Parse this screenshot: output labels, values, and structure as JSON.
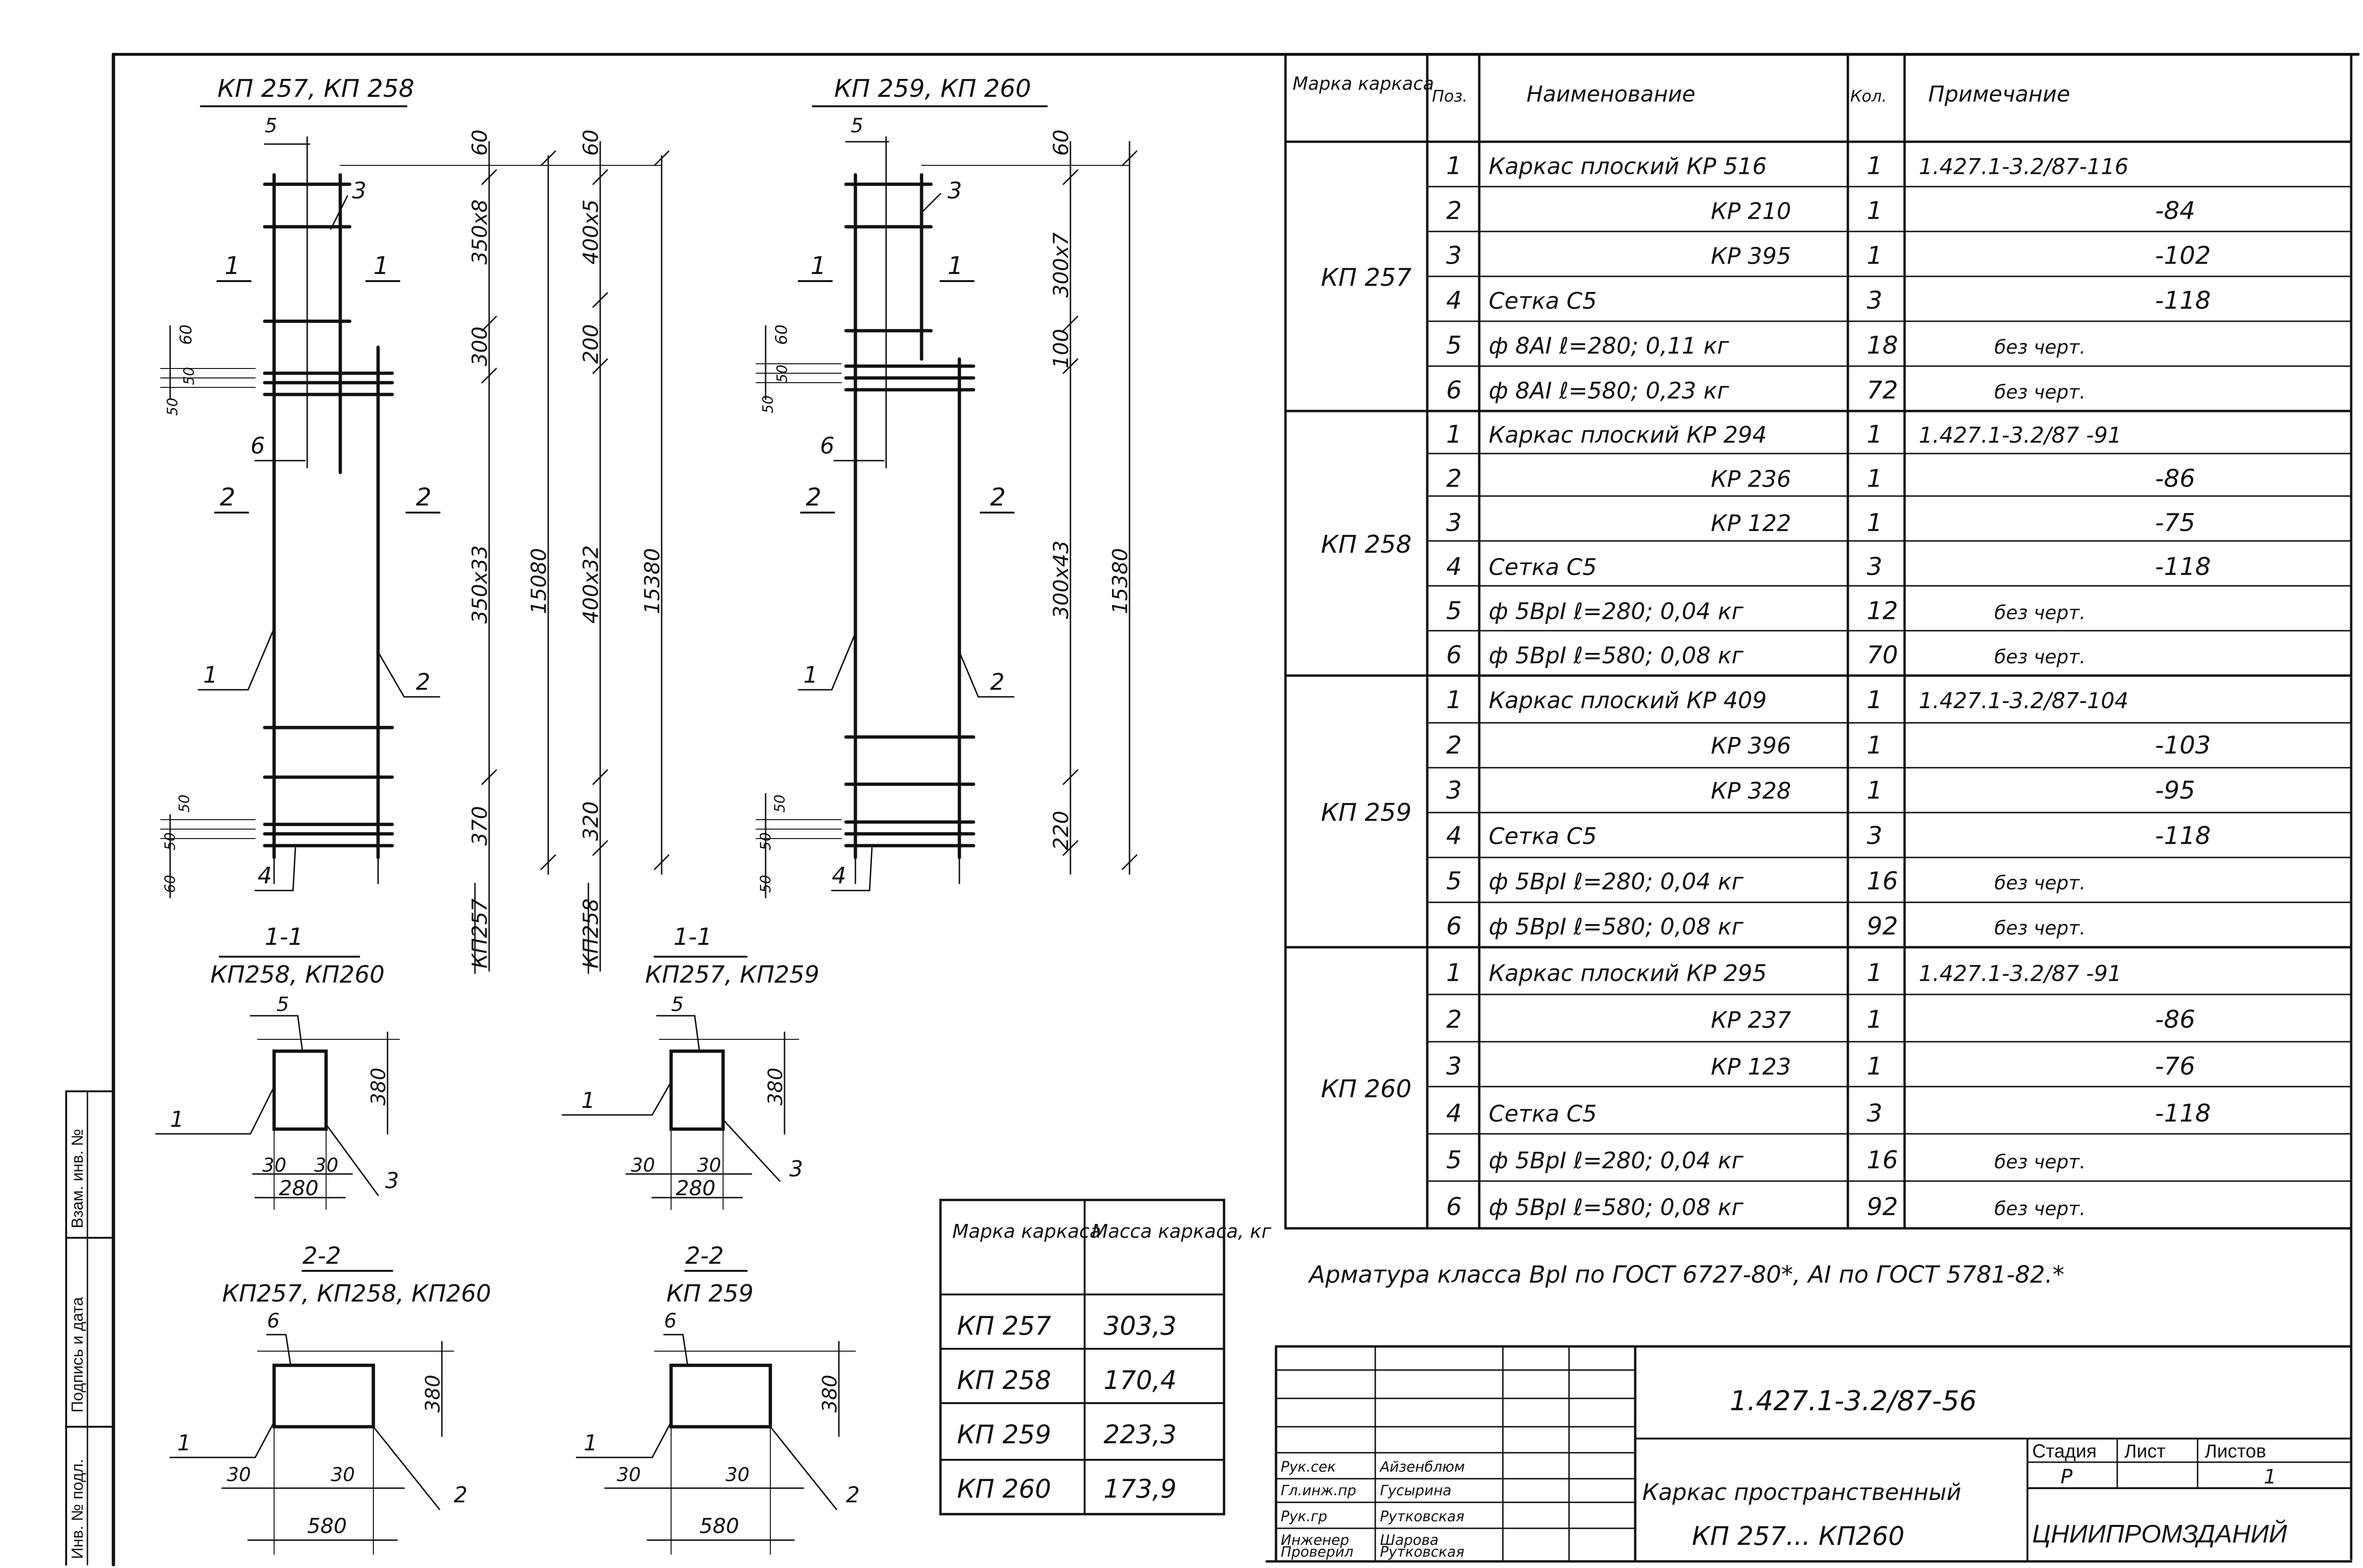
{
  "drawing_left": {
    "title": "КП 257, КП 258",
    "marks": {
      "pos5": "5",
      "pos3": "3",
      "pos6": "6",
      "pos4": "4",
      "pos1": "1",
      "pos2": "2"
    },
    "section_1": "1",
    "section_2": "2",
    "dims_left": [
      "60",
      "60",
      "50",
      "50",
      "50",
      "50"
    ],
    "dims_col1": [
      "60",
      "350x8",
      "300",
      "350x33",
      "370",
      "КП257"
    ],
    "dims_col2": [
      "60",
      "400x5",
      "200",
      "400x32",
      "320",
      "КП258"
    ],
    "dims_total": [
      "15080",
      "15380"
    ]
  },
  "drawing_right": {
    "title": "КП 259, КП 260",
    "marks": {
      "pos5": "5",
      "pos3": "3",
      "pos6": "6",
      "pos4": "4",
      "pos1": "1",
      "pos2": "2"
    },
    "section_1": "1",
    "section_2": "2",
    "dims_left": [
      "60",
      "50",
      "50",
      "50",
      "50",
      "50"
    ],
    "dims_col1": [
      "60",
      "300x7",
      "100",
      "300x43",
      "220"
    ],
    "dims_total": "15380"
  },
  "sections": {
    "s11_a": {
      "title": "1-1",
      "subtitle": "КП258, КП260",
      "h": "380",
      "w": "280",
      "d1": "30",
      "d2": "30",
      "m5": "5",
      "m1": "1",
      "m3": "3"
    },
    "s11_b": {
      "title": "1-1",
      "subtitle": "КП257, КП259",
      "h": "380",
      "w": "280",
      "d1": "30",
      "d2": "30",
      "m5": "5",
      "m1": "1",
      "m3": "3"
    },
    "s22_a": {
      "title": "2-2",
      "subtitle": "КП257, КП258, КП260",
      "h": "380",
      "w": "580",
      "d1": "30",
      "d2": "30",
      "m6": "6",
      "m1": "1",
      "m2": "2"
    },
    "s22_b": {
      "title": "2-2",
      "subtitle": "КП 259",
      "h": "380",
      "w": "580",
      "d1": "30",
      "d2": "30",
      "m6": "6",
      "m1": "1",
      "m2": "2"
    }
  },
  "mass_table": {
    "headers": [
      "Марка каркаса",
      "Масса каркаса, кг"
    ],
    "rows": [
      [
        "КП 257",
        "303,3"
      ],
      [
        "КП 258",
        "170,4"
      ],
      [
        "КП 259",
        "223,3"
      ],
      [
        "КП 260",
        "173,9"
      ]
    ]
  },
  "spec_table": {
    "headers": [
      "Марка каркаса",
      "Поз.",
      "Наименование",
      "Кол.",
      "Примечание"
    ],
    "groups": [
      {
        "mark": "КП 257",
        "rows": [
          [
            "1",
            "Каркас плоский КР 516",
            "1",
            "1.427.1-3.2/87-116"
          ],
          [
            "2",
            "КР 210",
            "1",
            "-84"
          ],
          [
            "3",
            "КР 395",
            "1",
            "-102"
          ],
          [
            "4",
            "Сетка С5",
            "3",
            "-118"
          ],
          [
            "5",
            "ф 8АI  ℓ=280; 0,11 кг",
            "18",
            "без черт."
          ],
          [
            "6",
            "ф 8АI  ℓ=580; 0,23 кг",
            "72",
            "без черт."
          ]
        ]
      },
      {
        "mark": "КП 258",
        "rows": [
          [
            "1",
            "Каркас плоский КР 294",
            "1",
            "1.427.1-3.2/87 -91"
          ],
          [
            "2",
            "КР 236",
            "1",
            "-86"
          ],
          [
            "3",
            "КР 122",
            "1",
            "-75"
          ],
          [
            "4",
            "Сетка С5",
            "3",
            "-118"
          ],
          [
            "5",
            "ф 5ВрI  ℓ=280; 0,04 кг",
            "12",
            "без черт."
          ],
          [
            "6",
            "ф 5ВрI  ℓ=580; 0,08 кг",
            "70",
            "без черт."
          ]
        ]
      },
      {
        "mark": "КП 259",
        "rows": [
          [
            "1",
            "Каркас плоский КР 409",
            "1",
            "1.427.1-3.2/87-104"
          ],
          [
            "2",
            "КР 396",
            "1",
            "-103"
          ],
          [
            "3",
            "КР 328",
            "1",
            "-95"
          ],
          [
            "4",
            "Сетка С5",
            "3",
            "-118"
          ],
          [
            "5",
            "ф 5ВрI  ℓ=280; 0,04 кг",
            "16",
            "без черт."
          ],
          [
            "6",
            "ф 5ВрI  ℓ=580; 0,08 кг",
            "92",
            "без черт."
          ]
        ]
      },
      {
        "mark": "КП 260",
        "rows": [
          [
            "1",
            "Каркас плоский КР 295",
            "1",
            "1.427.1-3.2/87 -91"
          ],
          [
            "2",
            "КР 237",
            "1",
            "-86"
          ],
          [
            "3",
            "КР 123",
            "1",
            "-76"
          ],
          [
            "4",
            "Сетка С5",
            "3",
            "-118"
          ],
          [
            "5",
            "ф 5ВрI  ℓ=280; 0,04 кг",
            "16",
            "без черт."
          ],
          [
            "6",
            "ф 5ВрI  ℓ=580; 0,08 кг",
            "92",
            "без черт."
          ]
        ]
      }
    ]
  },
  "note": "Арматура класса ВрI по ГОСТ 6727-80*, АI по ГОСТ 5781-82.*",
  "title_block": {
    "doc_number": "1.427.1-3.2/87-56",
    "roles": [
      [
        "Рук.сек",
        "Айзенблюм"
      ],
      [
        "Гл.инж.пр",
        "Гусырина"
      ],
      [
        "Рук.гр",
        "Рутковская"
      ],
      [
        "Инженер",
        "Шарова"
      ],
      [
        "Проверил",
        "Рутковская"
      ]
    ],
    "name_line1": "Каркас пространственный",
    "name_line2": "КП 257... КП260",
    "stage_label": "Стадия",
    "sheet_label": "Лист",
    "sheets_label": "Листов",
    "stage_value": "Р",
    "sheets_value": "1",
    "org": "ЦНИИПРОМЗДАНИЙ"
  },
  "side_stamp": {
    "col1": "Взам. инв. №",
    "col2": "Подпись и дата",
    "col3": "Инв. № подл."
  }
}
